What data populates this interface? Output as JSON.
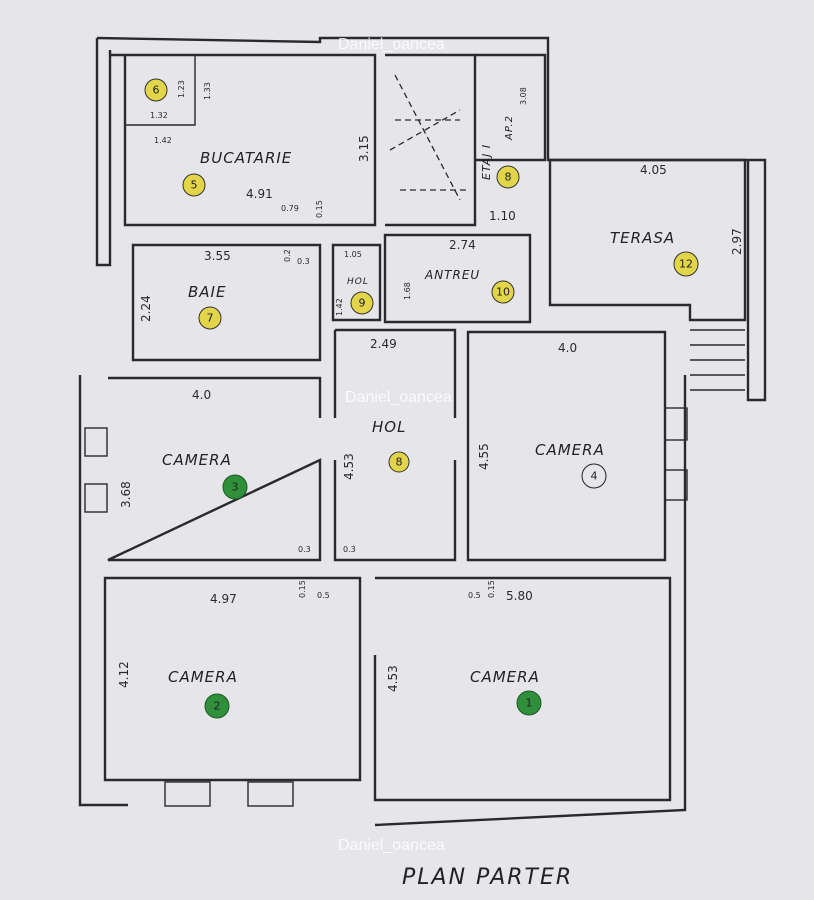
{
  "title": "PLAN PARTER",
  "watermark": "Daniel_oancea",
  "colors": {
    "yellow_marker": "#e2d54a",
    "green_marker": "#2f8f3a",
    "paper": "#e6e6ea",
    "ink": "#2a2a2e"
  },
  "rooms": {
    "bucatarie": {
      "label": "BUCATARIE",
      "number": "5"
    },
    "camara": {
      "label": "",
      "number": "6"
    },
    "baie": {
      "label": "BAIE",
      "number": "7"
    },
    "hol_mic": {
      "label": "HOL",
      "number": "9"
    },
    "antreu": {
      "label": "ANTREU",
      "number": "10"
    },
    "scara": {
      "label": "ETAJ I",
      "sub": "AP.2",
      "number": "8"
    },
    "terasa": {
      "label": "TERASA",
      "number": "12"
    },
    "camera3": {
      "label": "CAMERA",
      "number": "3"
    },
    "hol": {
      "label": "HOL",
      "number": "8"
    },
    "camera4": {
      "label": "CAMERA",
      "number": "4"
    },
    "camera2": {
      "label": "CAMERA",
      "number": "2"
    },
    "camera1": {
      "label": "CAMERA",
      "number": "1"
    }
  },
  "dimensions": {
    "d_123": "1.23",
    "d_133": "1.33",
    "d_132": "1.32",
    "d_142": "1.42",
    "d_491": "4.91",
    "d_079": "0.79",
    "d_015": "0.15",
    "d_315": "3.15",
    "d_308": "3.08",
    "d_110": "1.10",
    "d_405": "4.05",
    "d_297": "2.97",
    "d_355": "3.55",
    "d_02": "0.2",
    "d_03a": "0.3",
    "d_105": "1.05",
    "d_274": "2.74",
    "d_224": "2.24",
    "d_142b": "1.42",
    "d_168": "1.68",
    "d_249": "2.49",
    "d_40a": "4.0",
    "d_40b": "4.0",
    "d_368": "3.68",
    "d_453": "4.53",
    "d_455": "4.55",
    "d_03b": "0.3",
    "d_03c": "0.3",
    "d_497": "4.97",
    "d_015b": "0.15",
    "d_05a": "0.5",
    "d_05b": "0.5",
    "d_015c": "0.15",
    "d_580": "5.80",
    "d_412": "4.12",
    "d_453b": "4.53"
  }
}
